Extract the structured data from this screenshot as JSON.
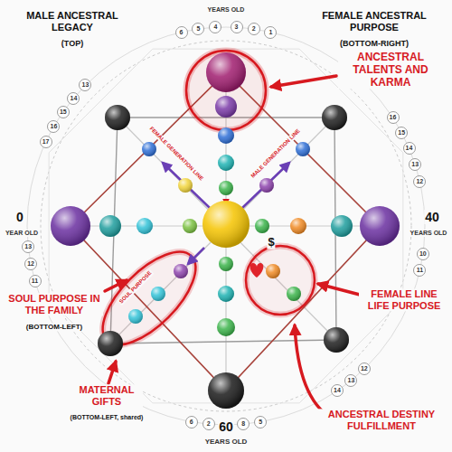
{
  "diagram": {
    "labels": [
      "MALE ANCESTRAL LEGACY",
      "(TOP)",
      "YEARS OLD",
      "FEMALE ANCESTRAL PURPOSE",
      "(BOTTOM-RIGHT)",
      "6",
      "5",
      "4",
      "3",
      "2",
      "1",
      "17",
      "16",
      "15",
      "14",
      "13",
      "16",
      "15",
      "14",
      "13",
      "12",
      "ANCESTRAL TALENTS AND KARMA",
      "FEMALE GENERATION LINE",
      "MALE GENERATION LINE",
      "0",
      "YEAR OLD",
      "40",
      "YEARS OLD",
      "13",
      "12",
      "11",
      "10",
      "11",
      "$",
      "SOUL PURPOSE",
      "SOUL PURPOSE IN THE FAMILY",
      "(BOTTOM-LEFT)",
      "FEMALE LINE LIFE PURPOSE",
      "12",
      "13",
      "14",
      "MATERNAL GIFTS",
      "(BOTTOM-LEFT, shared)",
      "6",
      "2",
      "8",
      "5",
      "60",
      "YEARS OLD",
      "ANCESTRAL DESTINY FULFILLMENT"
    ]
  }
}
